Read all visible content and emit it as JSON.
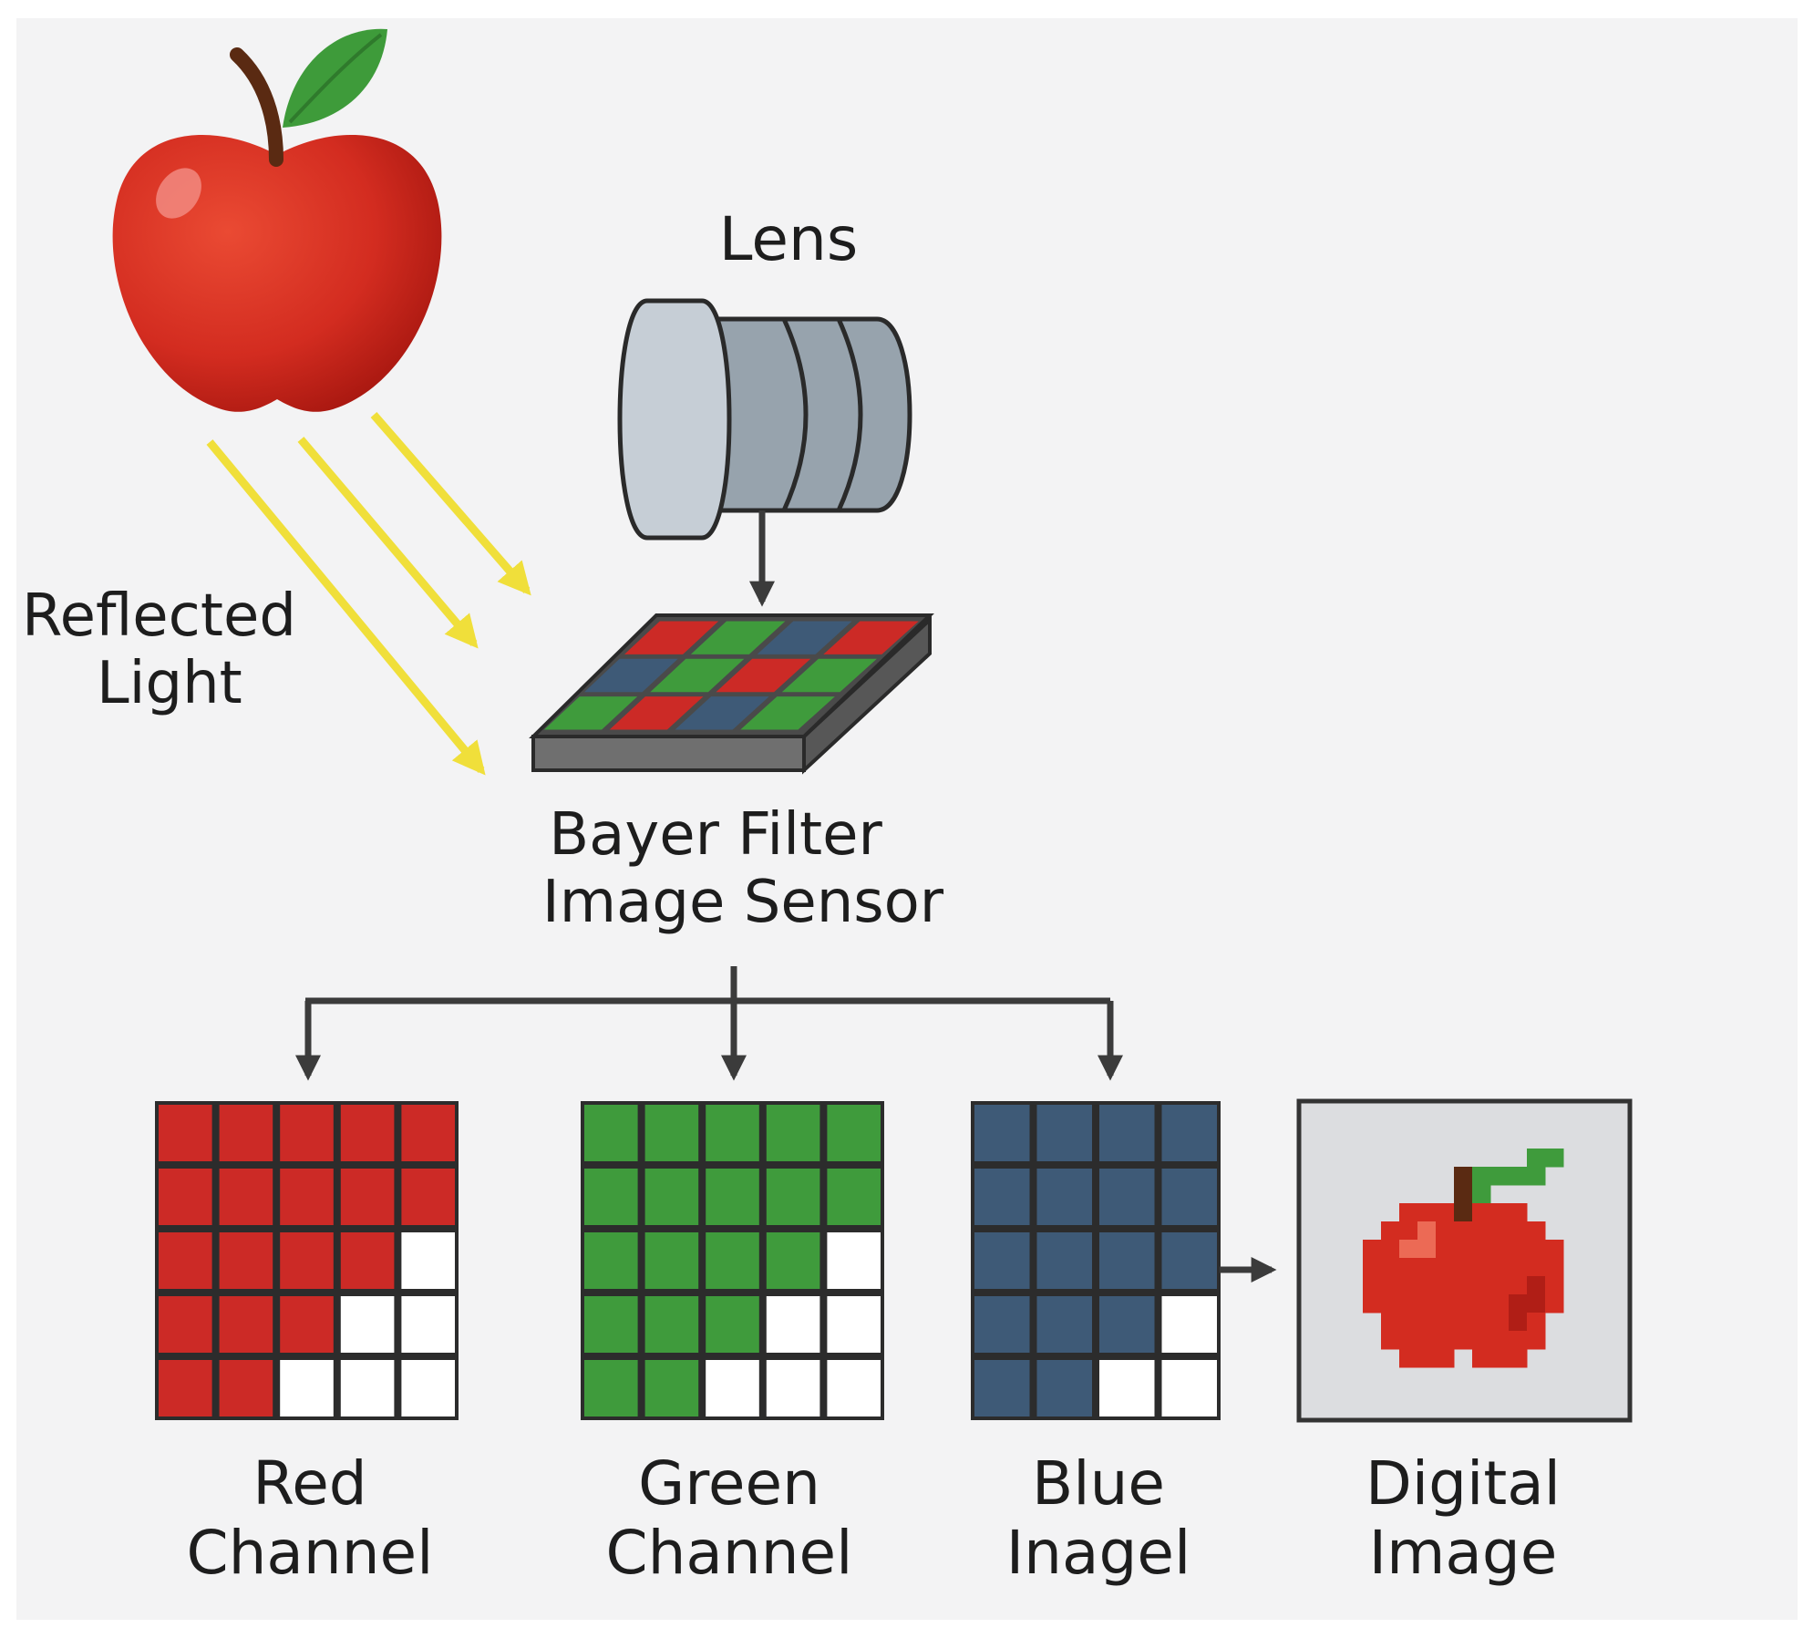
{
  "labels": {
    "lens": "Lens",
    "reflected_light": [
      "Reflected",
      "Light"
    ],
    "sensor": [
      "Bayer Filter",
      "Image Sensor"
    ],
    "red": [
      "Red",
      "Channel"
    ],
    "green": [
      "Green",
      "Channel"
    ],
    "blue": [
      "Blue",
      "Inagel"
    ],
    "digital": [
      "Digital",
      "Image"
    ]
  },
  "colors": {
    "red": "#cc2a26",
    "green": "#3f9b3c",
    "blue": "#3e5a77",
    "light_ray": "#f0df3a",
    "arrow": "#3b3b3b"
  },
  "bayer_pattern": [
    [
      "R",
      "G",
      "B",
      "R"
    ],
    [
      "B",
      "G",
      "R",
      "G"
    ],
    [
      "G",
      "R",
      "B",
      "G"
    ]
  ],
  "channels": {
    "red": {
      "cols": 5,
      "rows": 5,
      "white_counts": [
        0,
        0,
        1,
        2,
        3
      ]
    },
    "green": {
      "cols": 5,
      "rows": 5,
      "white_counts": [
        0,
        0,
        1,
        2,
        3
      ]
    },
    "blue": {
      "cols": 4,
      "rows": 5,
      "white_counts": [
        0,
        0,
        0,
        1,
        2
      ]
    }
  },
  "icons": [
    "apple-icon",
    "lens-icon",
    "bayer-sensor-icon",
    "pixel-apple-icon"
  ]
}
